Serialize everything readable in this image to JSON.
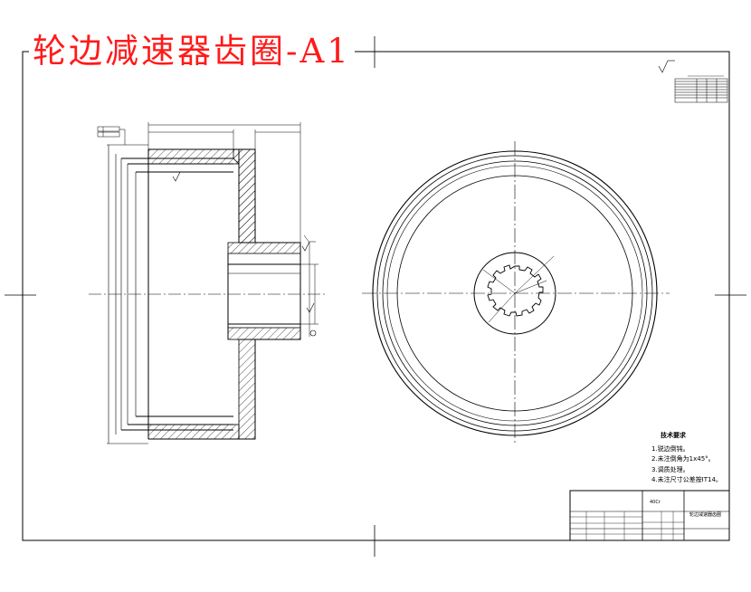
{
  "title": "轮边减速器齿圈-A1",
  "tech_requirements": {
    "heading": "技术要求",
    "items": [
      "1.锐边倒钝。",
      "2.未注倒角为1x45°。",
      "3.调质处理。",
      "4.未注尺寸公差按IT14。"
    ]
  },
  "title_block": {
    "part_name": "轮边减速器齿圈",
    "material": "40Cr"
  },
  "colors": {
    "title": "#ff1a1a",
    "lines": "#000000",
    "hatch": "#000000",
    "centerline": "#000000"
  }
}
